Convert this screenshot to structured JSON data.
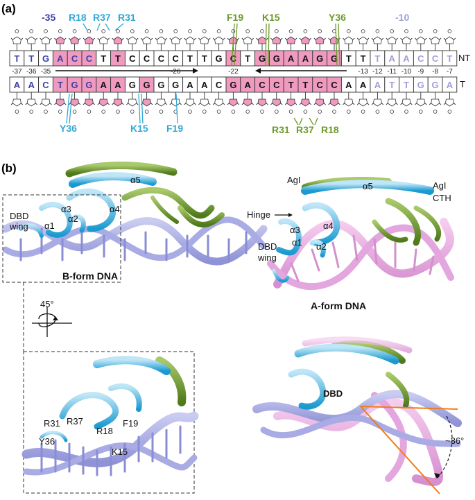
{
  "panel_a": {
    "label": "(a)",
    "markers": {
      "minus35": "-35",
      "minus10": "-10"
    },
    "top_labels": {
      "r18": "R18",
      "r37": "R37",
      "r31": "R31",
      "f19": "F19",
      "k15": "K15",
      "y36": "Y36"
    },
    "bottom_labels": {
      "y36": "Y36",
      "k15": "K15",
      "f19": "F19",
      "r31": "R31",
      "r37": "R37",
      "r18": "R18"
    },
    "strand_nt": [
      "T",
      "T",
      "G",
      "A",
      "C",
      "C",
      "T",
      "T",
      "C",
      "C",
      "C",
      "C",
      "T",
      "T",
      "G",
      "C",
      "T",
      "G",
      "G",
      "A",
      "A",
      "G",
      "G",
      "T",
      "T",
      "T",
      "A",
      "A",
      "C",
      "C",
      "T"
    ],
    "strand_t": [
      "A",
      "A",
      "C",
      "T",
      "G",
      "G",
      "A",
      "A",
      "G",
      "G",
      "G",
      "G",
      "A",
      "A",
      "C",
      "G",
      "A",
      "C",
      "C",
      "T",
      "T",
      "C",
      "C",
      "A",
      "A",
      "A",
      "T",
      "T",
      "G",
      "G",
      "A"
    ],
    "strand_nt_label": "NT",
    "strand_t_label": "T",
    "positions": [
      "-37",
      "-36",
      "-35",
      "-26",
      "-22",
      "-13",
      "-12",
      "-11",
      "-10",
      "-9",
      "-8",
      "-7"
    ],
    "colors": {
      "pink": "#f19ac0",
      "dark_blue": "#3a3fa8",
      "light_purple": "#9d9fd8",
      "cyan": "#2fa8d6",
      "green": "#6a9a28"
    }
  },
  "panel_b": {
    "label": "(b)",
    "top_left": {
      "helix_a5": "α5",
      "helix_a3": "α3",
      "helix_a4": "α4",
      "helix_a1": "α1",
      "helix_a2": "α2",
      "dbd": "DBD",
      "wing": "wing",
      "title": "B-form DNA"
    },
    "top_right": {
      "agl_left": "AgI",
      "agl_right": "AgI",
      "cth": "CTH",
      "helix_a5": "α5",
      "hinge": "Hinge",
      "helix_a3": "α3",
      "helix_a4": "α4",
      "helix_a1": "α1",
      "helix_a2": "α2",
      "dbd": "DBD",
      "wing": "wing",
      "title": "A-form DNA"
    },
    "rotation": "45°",
    "zoom": {
      "r31": "R31",
      "r37": "R37",
      "r18": "R18",
      "f19": "F19",
      "y36": "Y36",
      "k15": "K15"
    },
    "overlay": {
      "dbd": "DBD",
      "angle": "~36°"
    }
  }
}
